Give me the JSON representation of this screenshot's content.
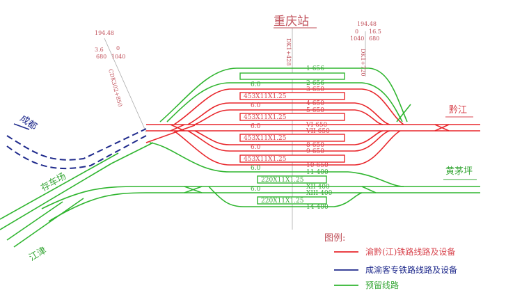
{
  "title": "重庆站",
  "colors": {
    "red": "#e8262b",
    "blue": "#1f2a8c",
    "green": "#2fb52f"
  },
  "directions": {
    "chengdu": "成都",
    "qianjiang": "黔江",
    "huangmaoping": "黄茅坪",
    "cunchechang": "存车场",
    "jiangjin": "江津"
  },
  "mileage": {
    "left": {
      "elev": "194.48",
      "grade_a": "3.6",
      "len_a": "680",
      "grade_b": "0",
      "len_b": "1040",
      "chainage": "CDK302+850"
    },
    "center": {
      "chainage": "DK1+428"
    },
    "right": {
      "elev": "194.48",
      "grade_a": "0",
      "len_a": "1040",
      "grade_b": "16.5",
      "len_b": "680",
      "chainage": "DK1+720"
    }
  },
  "tracks": [
    "1-656",
    "2-656",
    "3-650",
    "4-650",
    "5-650",
    "VI-650",
    "VII-650",
    "8-650",
    "9-650",
    "10-650",
    "11-400",
    "XII-400",
    "XIII-400",
    "14-400"
  ],
  "platforms": [
    "453X11X1.25",
    "453X11X1.25",
    "453X11X1.25",
    "453X11X1.25",
    "220X11X1.25",
    "220X11X1.25"
  ],
  "spacing": "6.0",
  "legend": {
    "title": "图例:",
    "items": [
      {
        "label": "渝黔(江)铁路线路及设备",
        "color": "#e8262b"
      },
      {
        "label": "成渝客专铁路线路及设备",
        "color": "#1f2a8c"
      },
      {
        "label": "预留线路",
        "color": "#2fb52f"
      }
    ]
  }
}
